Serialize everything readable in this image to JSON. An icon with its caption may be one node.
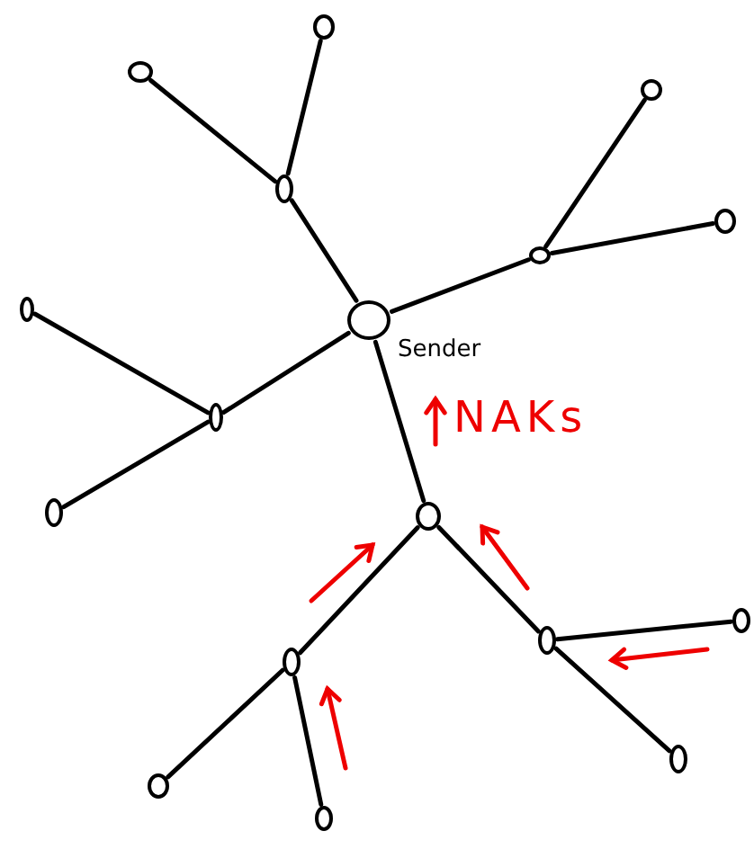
{
  "diagram": {
    "nodes": [
      {
        "text": [
          "Sender"
        ]
      },
      {
        "text": [],
        "shape": "circle"
      },
      {
        "text": [],
        "shape": "circle"
      },
      {
        "text": [],
        "shape": "circle"
      },
      {
        "text": [],
        "shape": "circle"
      },
      {
        "text": [],
        "shape": "circle"
      },
      {
        "text": [],
        "shape": "circle"
      },
      {
        "text": [],
        "shape": "circle"
      },
      {
        "text": [],
        "shape": "circle"
      },
      {
        "text": [],
        "shape": "circle"
      },
      {
        "text": [],
        "shape": "circle"
      },
      {
        "text": [],
        "shape": "circle"
      },
      {
        "text": [],
        "shape": "circle"
      },
      {
        "text": [],
        "shape": "circle"
      },
      {
        "text": [],
        "shape": "circle"
      },
      {
        "text": [],
        "shape": "circle"
      },
      {
        "text": [],
        "shape": "circle"
      }
    ],
    "edges": [
      {
        "from": 3,
        "to": 1,
        "arrow": "none"
      },
      {
        "from": 3,
        "to": 2,
        "arrow": "none"
      },
      {
        "from": 0,
        "to": 3,
        "arrow": "none"
      },
      {
        "from": 6,
        "to": 4,
        "arrow": "none"
      },
      {
        "from": 6,
        "to": 5,
        "arrow": "none"
      },
      {
        "from": 0,
        "to": 6,
        "arrow": "none"
      },
      {
        "from": 8,
        "to": 7,
        "arrow": "none"
      },
      {
        "from": 0,
        "to": 8,
        "arrow": "none"
      },
      {
        "from": 8,
        "to": 9,
        "arrow": "none"
      },
      {
        "from": 0,
        "to": 10,
        "arrow": "none"
      },
      {
        "from": 10,
        "to": 11,
        "arrow": "none"
      },
      {
        "from": 10,
        "to": 12,
        "arrow": "none"
      },
      {
        "from": 11,
        "to": 14,
        "arrow": "none"
      },
      {
        "from": 11,
        "to": 15,
        "arrow": "none"
      },
      {
        "from": 12,
        "to": 13,
        "arrow": "none"
      },
      {
        "from": 12,
        "to": 16,
        "arrow": "none"
      }
    ],
    "labels": [
      "NAKs"
    ]
  }
}
